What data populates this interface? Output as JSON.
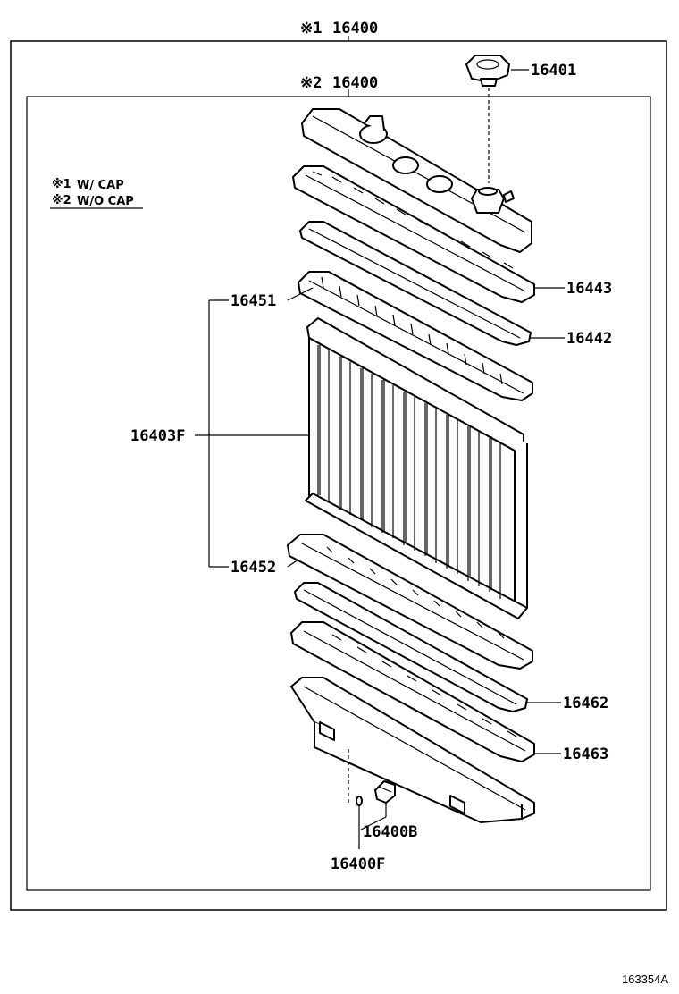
{
  "header_labels": {
    "outer_mark": "※1",
    "outer_part": "16400",
    "inner_mark": "※2",
    "inner_part": "16400"
  },
  "legend": [
    {
      "mark": "※1",
      "text": "W/ CAP"
    },
    {
      "mark": "※2",
      "text": "W/O CAP"
    }
  ],
  "callouts": {
    "cap": "16401",
    "upper_gasket": "16443",
    "upper_seal": "16442",
    "upper_core_plate": "16451",
    "core": "16403F",
    "lower_core_plate": "16452",
    "lower_seal": "16462",
    "lower_gasket": "16463",
    "drain_cock": "16400B",
    "drain_plug": "16400F"
  },
  "figure_number": "163354A",
  "colors": {
    "line": "#000000",
    "background": "#ffffff"
  }
}
